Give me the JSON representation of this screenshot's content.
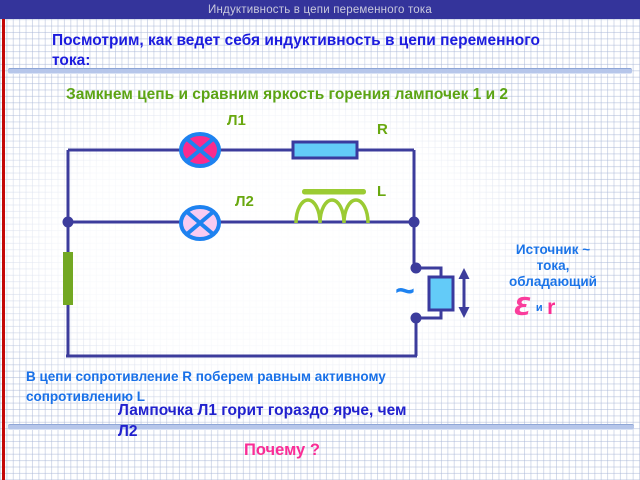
{
  "title_bar": {
    "text": "Индуктивность в цепи переменного тока"
  },
  "heading": {
    "text": "Посмотрим, как  ведет себя индуктивность в цепи переменного тока:"
  },
  "subheading": {
    "text": "Замкнем цепь и сравним яркость горения лампочек 1 и 2"
  },
  "circuit": {
    "lamp1_label": "Л1",
    "lamp2_label": "Л2",
    "resistor_label": "R",
    "inductor_label": "L",
    "source_symbol": "~",
    "source_caption_lines": [
      "Источник ~",
      "тока,",
      "обладающий"
    ],
    "emf": {
      "epsilon": "Ɛ",
      "and": "и",
      "r": "r"
    }
  },
  "notes": {
    "resistance_line1": "В цепи сопротивление R поберем равным активному",
    "resistance_line2": "сопротивлению L",
    "brightness_line1": "Лампочка Л1 горит гораздо ярче, чем",
    "brightness_line2": "Л2",
    "question": "Почему ?"
  },
  "colors": {
    "title_bar_bg": "#34349B",
    "title_bar_text": "#C9C9DD",
    "left_accent_red": "#C40808",
    "heading_blue": "#1C1CDE",
    "green_text": "#5CA414",
    "wire": "#3C3C9C",
    "lamp_border_blue": "#1E82F0",
    "lamp1_fill": "#FB2B8D",
    "lamp2_fill": "#F8CBF2",
    "resistor_fill": "#63CBF8",
    "coil_green": "#9BCB33",
    "green_bar": "#73A823",
    "source_fill": "#63CBF8",
    "caption_blue": "#1B74E8",
    "emf_pink": "#FA3D9C",
    "note_blue": "#1870E8",
    "brightness_blue": "#2121CE",
    "question_pink": "#FA2D96",
    "divider": "#B6C6EA"
  }
}
